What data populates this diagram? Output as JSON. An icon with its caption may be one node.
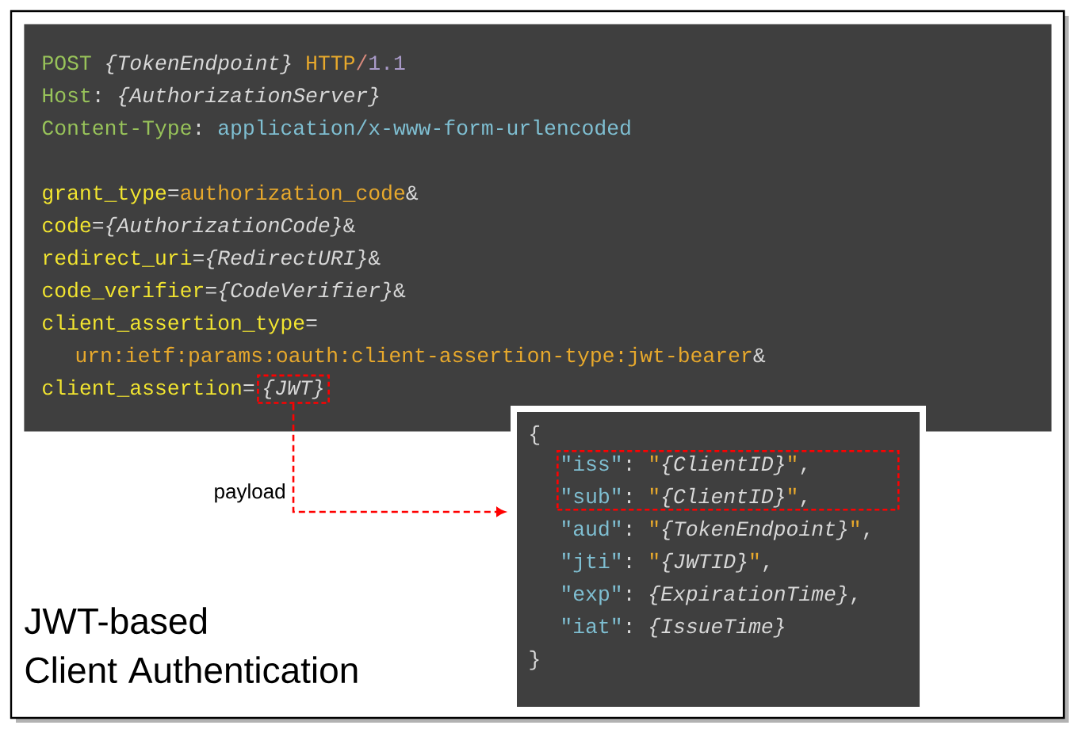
{
  "diagram": {
    "title": "JWT-based Client Authentication",
    "nodes": [
      {
        "text": [
          "POST",
          "{TokenEndpoint}",
          "HTTP",
          "/",
          "1.1",
          "Host",
          ":",
          "{AuthorizationServer}",
          "Content-Type",
          ":",
          "application/x-www-form-urlencoded",
          "grant_type",
          "=",
          "authorization_code",
          "&",
          "code",
          "=",
          "{AuthorizationCode}",
          "&",
          "redirect_uri",
          "=",
          "{RedirectURI}",
          "&",
          "code_verifier",
          "=",
          "{CodeVerifier}",
          "&",
          "client_assertion_type",
          "=",
          "urn:ietf:params:oauth:client-assertion-type:jwt-bearer",
          "&",
          "client_assertion",
          "="
        ]
      },
      {
        "text": [
          "{JWT}"
        ],
        "in": 0
      },
      {
        "text": [
          "{",
          "\"aud\"",
          ":",
          "\"",
          "{TokenEndpoint}",
          "\"",
          ",",
          "\"jti\"",
          ":",
          "\"",
          "{JWTID}",
          "\"",
          ",",
          "\"exp\"",
          ":",
          "{ExpirationTime}",
          ",",
          "\"iat\"",
          ":",
          "{IssueTime}",
          "}"
        ]
      },
      {
        "text": [
          "\"iss\"",
          ":",
          "\"",
          "{ClientID}",
          "\"",
          ",",
          "\"sub\"",
          ":",
          "\"",
          "{ClientID}",
          "\"",
          ","
        ],
        "in": 2
      }
    ],
    "edges": [
      {
        "from": 1,
        "to": 2,
        "arrow": "to",
        "label": "payload",
        "style": "dashed",
        "color": "#ff0000"
      }
    ]
  }
}
